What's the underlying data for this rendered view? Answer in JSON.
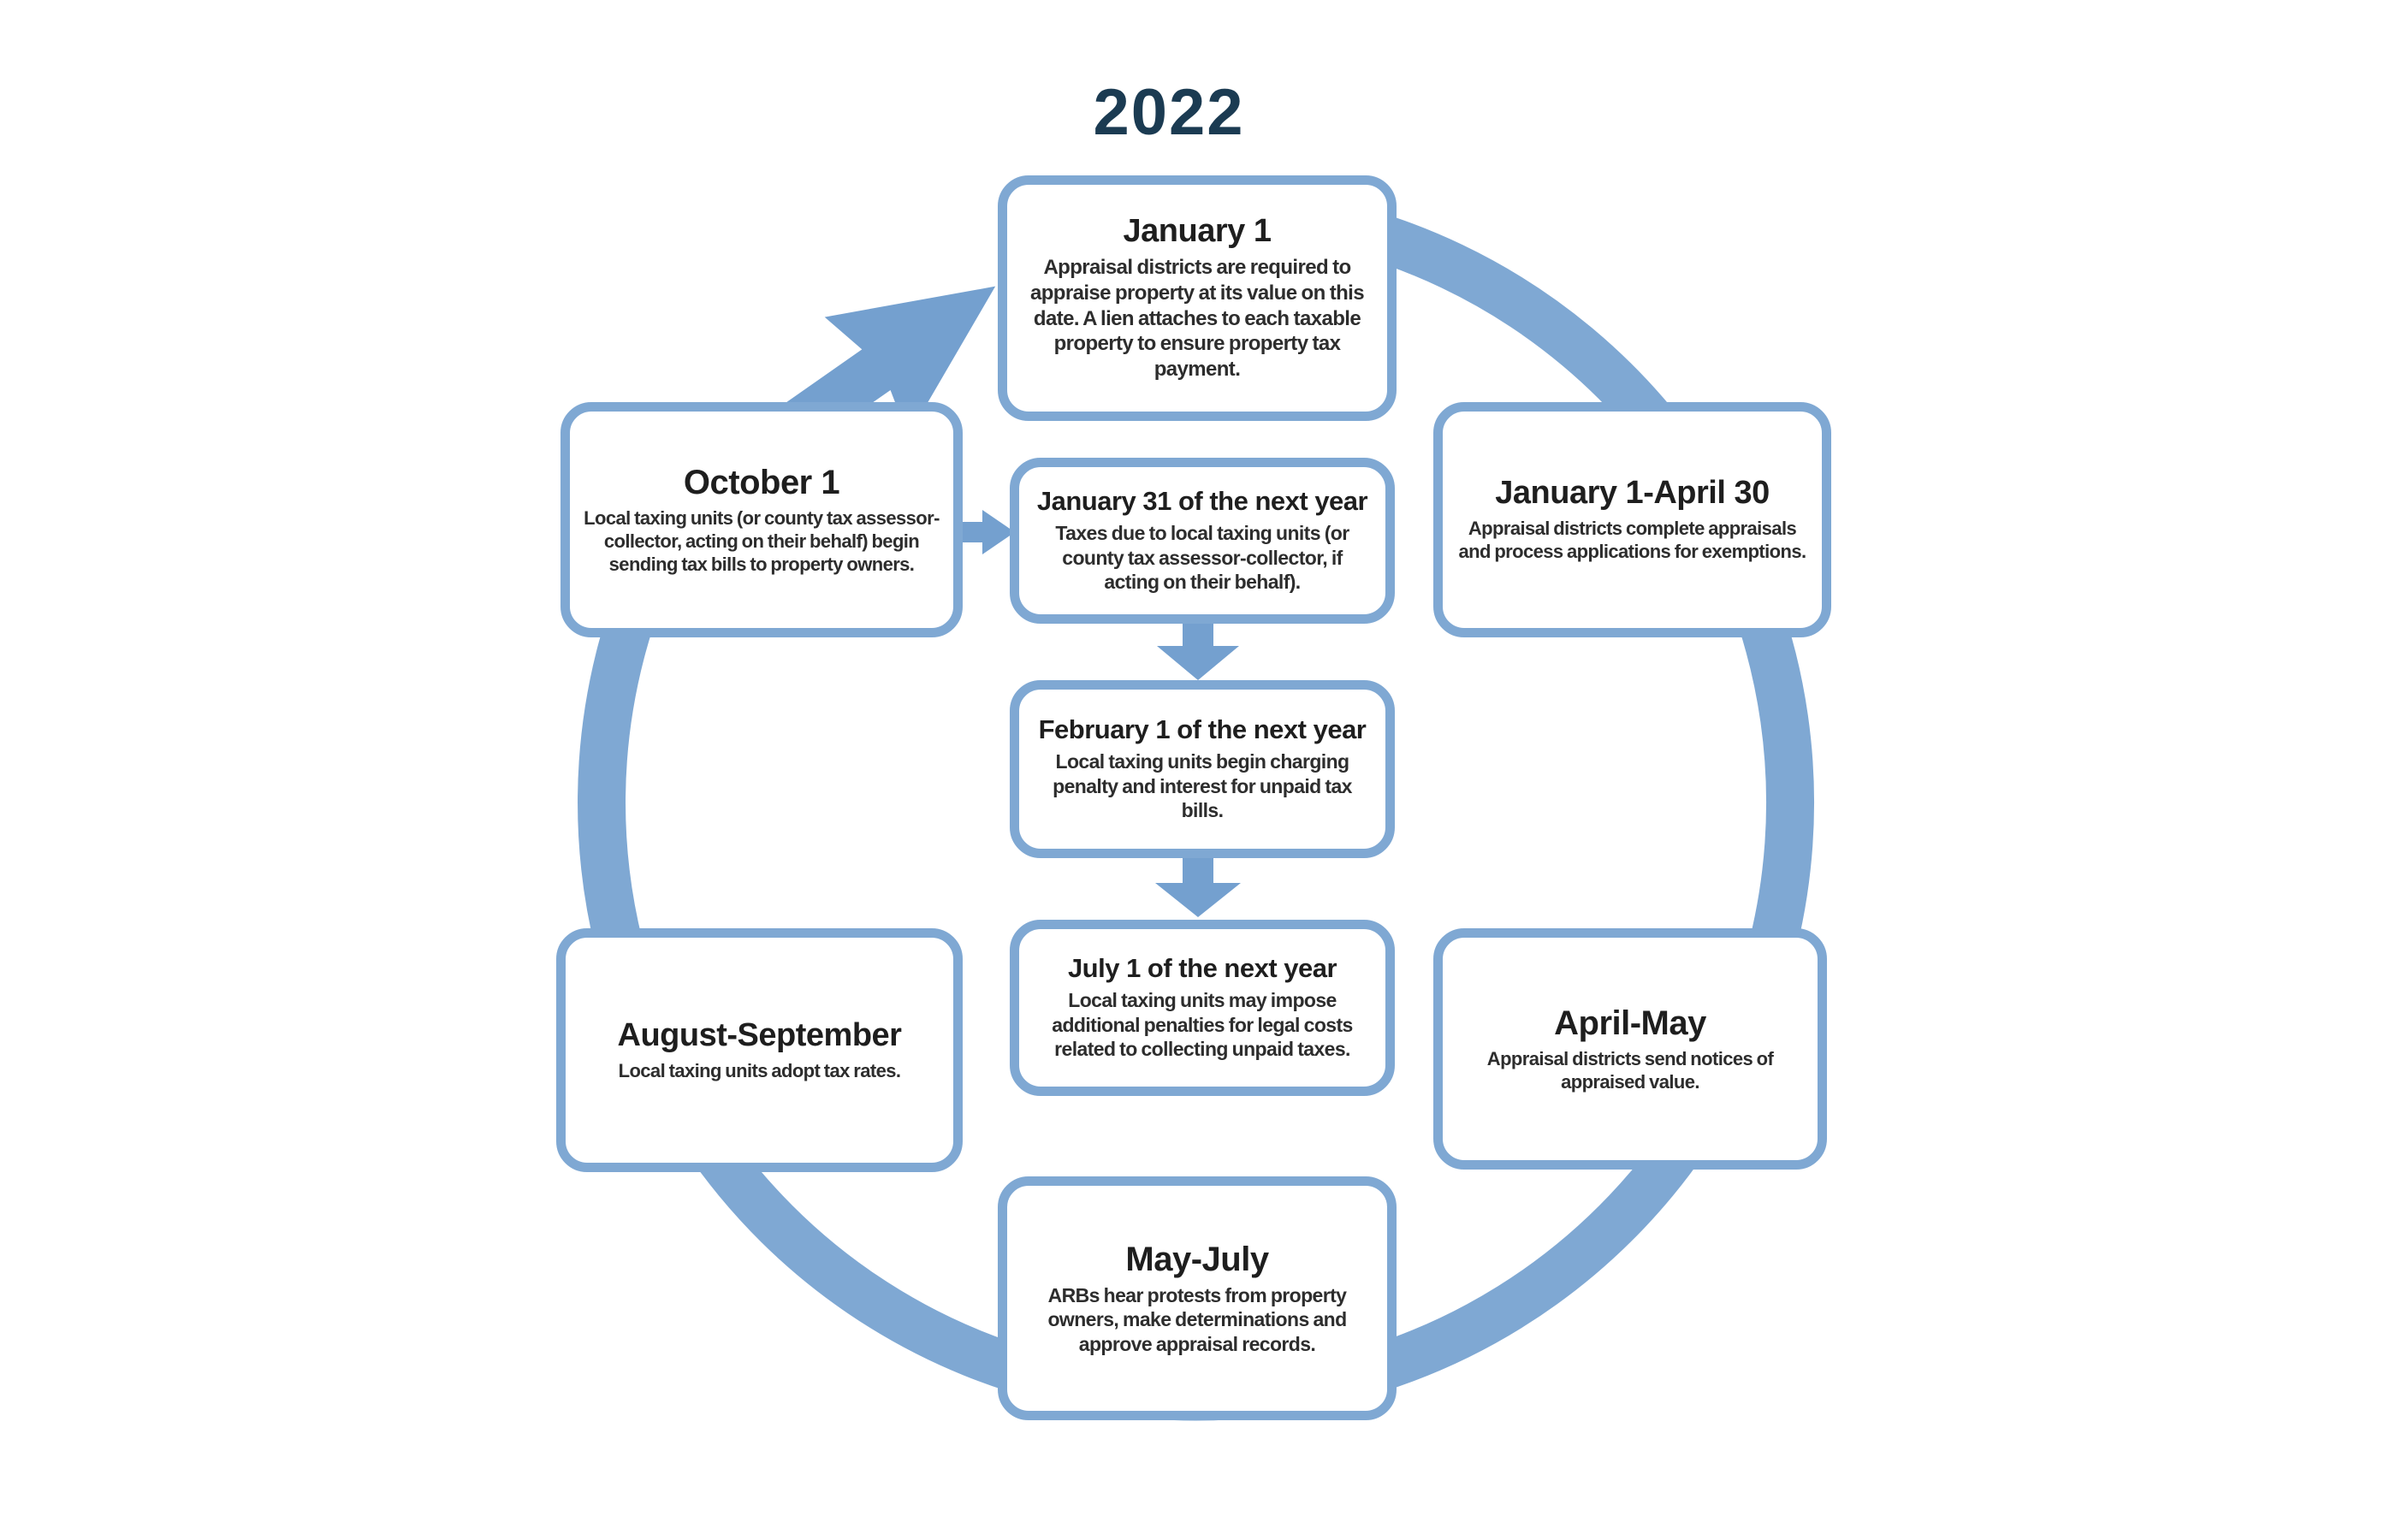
{
  "title": "2022",
  "colors": {
    "accent": "#7FA8D3",
    "arrow": "#74A0CF",
    "title_text": "#1B3B52",
    "heading_text": "#1E1E1E",
    "body_text": "#2D2D2D"
  },
  "icons": {
    "cycle_ring": "cycle-ring",
    "cycle_arrowhead": "cycle-arrowhead-icon",
    "right_arrow": "arrow-right-icon",
    "down_arrow": "arrow-down-icon"
  },
  "boxes": {
    "january1": {
      "heading": "January 1",
      "body": "Appraisal districts are required to appraise property at its value on this date. A lien attaches to each taxable property to ensure property tax payment."
    },
    "january31": {
      "heading": "January 31 of the next year",
      "body": "Taxes due to local taxing units (or county tax assessor-collector, if acting on their behalf)."
    },
    "february1": {
      "heading": "February 1 of the next year",
      "body": "Local taxing units begin charging penalty and interest for unpaid tax bills."
    },
    "july1": {
      "heading": "July 1 of the next year",
      "body": "Local taxing units may impose additional penalties for legal costs related to collecting unpaid taxes."
    },
    "may_july": {
      "heading": "May-July",
      "body": "ARBs hear protests from property owners, make determinations and approve appraisal records."
    },
    "october1": {
      "heading": "October 1",
      "body": "Local taxing units (or county tax assessor-collector, acting on their behalf) begin sending tax bills to property owners."
    },
    "january1_april30": {
      "heading": "January 1-April 30",
      "body": "Appraisal districts complete appraisals and process applications for exemptions."
    },
    "august_september": {
      "heading": "August-September",
      "body": "Local taxing units adopt tax rates."
    },
    "april_may": {
      "heading": "April-May",
      "body": "Appraisal districts send notices of appraised value."
    }
  }
}
